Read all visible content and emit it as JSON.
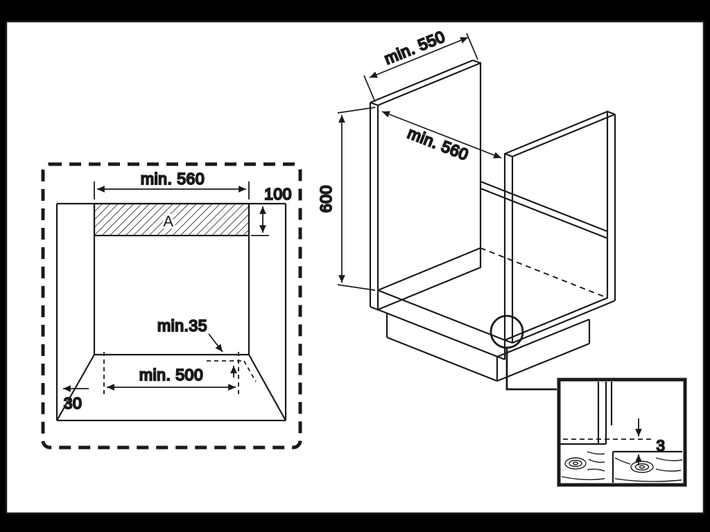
{
  "colors": {
    "ink": "#1a1a1a",
    "paper": "#ffffff",
    "frame": "#000000"
  },
  "cutout_front_view": {
    "dim_opening_width": "min. 560",
    "dim_vent_strip_height": "100",
    "vent_strip_label": "A",
    "dim_rear_ledge": "min.35",
    "dim_base_width": "min. 500",
    "dim_front_edge": "30"
  },
  "cabinet_iso_view": {
    "dim_depth": "min. 550",
    "dim_width": "min. 560",
    "dim_height": "600"
  },
  "gap_detail": {
    "dim_gap": "3"
  }
}
